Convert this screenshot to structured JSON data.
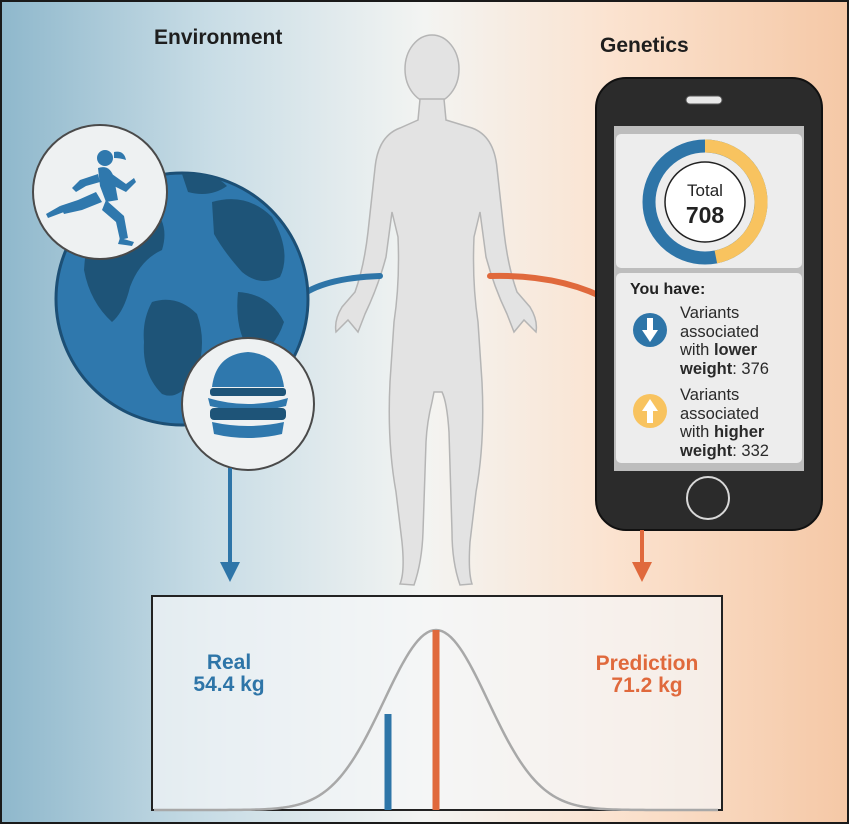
{
  "headings": {
    "environment": "Environment",
    "genetics": "Genetics"
  },
  "phone": {
    "total_label": "Total",
    "total_value": "708",
    "you_have": "You have:",
    "lower": {
      "prefix": "Variants associated with ",
      "emph": "lower",
      "suffix_bold": "weight",
      "suffix": ": 376",
      "count": 376,
      "icon": "arrow-down-icon"
    },
    "higher": {
      "prefix": "Variants associated with ",
      "emph": "higher",
      "suffix_bold": "weight",
      "suffix": ": 332",
      "count": 332,
      "icon": "arrow-up-icon"
    }
  },
  "plot": {
    "real": {
      "label": "Real",
      "value": "54.4 kg"
    },
    "prediction": {
      "label": "Prediction",
      "value": "71.2 kg"
    }
  },
  "colors": {
    "blue": "#2e75a8",
    "orange": "#e0693c",
    "yellow": "#f8c35f",
    "phone_body": "#2b2b2b"
  },
  "icons": [
    "runner-icon",
    "globe-icon",
    "burger-icon",
    "human-silhouette-icon",
    "smartphone-icon",
    "bell-curve-icon"
  ]
}
